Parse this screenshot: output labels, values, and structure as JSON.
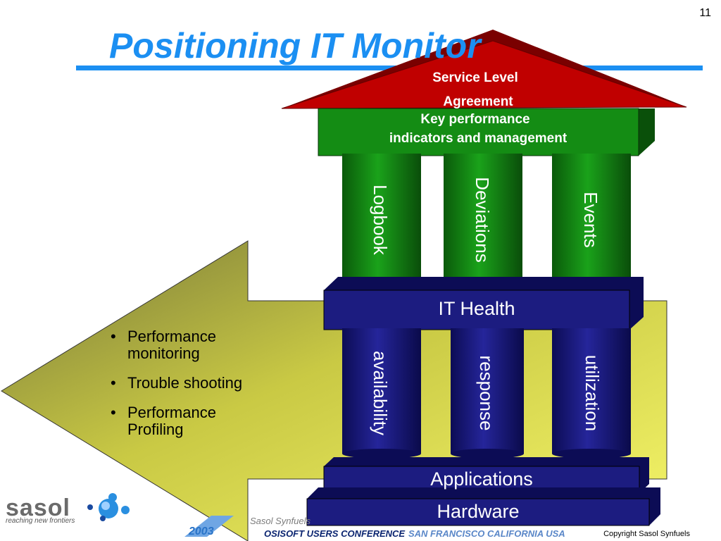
{
  "slide": {
    "page_number": "11",
    "title": "Positioning IT Monitor"
  },
  "bullets": [
    "Performance monitoring",
    "Trouble shooting",
    "Performance Profiling"
  ],
  "temple": {
    "roof_lines": [
      "Service Level",
      "Agreement"
    ],
    "kpi_lines": [
      "Key performance",
      "indicators and management"
    ],
    "upper_pillars": [
      "Logbook",
      "Deviations",
      "Events"
    ],
    "it_health": "IT Health",
    "lower_pillars": [
      "availability",
      "response",
      "utilization"
    ],
    "applications": "Applications",
    "hardware": "Hardware"
  },
  "footer": {
    "logo_text": "sasol",
    "tagline": "reaching new frontiers",
    "company": "Sasol Synfuels",
    "conference_year": "2003",
    "conference_name": "OSISOFT USERS CONFERENCE",
    "conference_place": "SAN FRANCISCO CALIFORNIA USA",
    "copyright": "Copyright Sasol Synfuels"
  },
  "colors": {
    "title_blue": "#1b8ff2",
    "roof_red": "#c00000",
    "pillar_green": "#148c14",
    "pillar_navy": "#1c1c80",
    "arrow_yellow": "#e8e84a"
  }
}
